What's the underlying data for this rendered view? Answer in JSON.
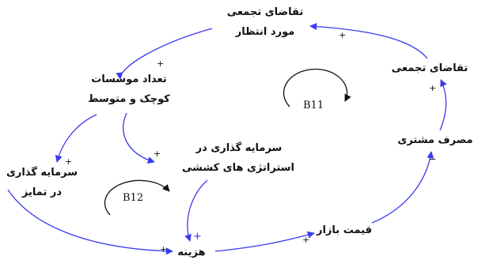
{
  "nodes": {
    "expected_demand": [
      "تقاضای تجمعی",
      "مورد انتظار"
    ],
    "aggregate_demand": [
      "تقاضای تجمعی"
    ],
    "sme_count": [
      "تعداد موسسات",
      "کوچک و متوسط"
    ],
    "consumer_spending": [
      "مصرف مشتری"
    ],
    "cost_strategy_investment": [
      "سرمایه گذاری در",
      "استراتژی های کششی"
    ],
    "differentiation_investment": [
      "سرمایه گذاری",
      "در تمایز"
    ],
    "market_price": [
      "قیمت بازار"
    ],
    "cost": [
      "هزینه"
    ]
  },
  "loops": {
    "b11": "B11",
    "b12": "B12"
  },
  "signs": {
    "plus": "+",
    "minus": "−"
  },
  "colors": {
    "arrow": "#3a3af0",
    "loop": "#111111"
  }
}
